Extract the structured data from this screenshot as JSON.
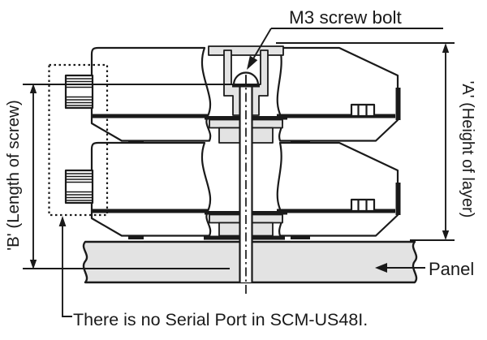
{
  "labels": {
    "m3_screw_bolt": "M3 screw bolt",
    "height_of_layer": "'A' (Height of layer)",
    "length_of_screw": "'B' (Length of screw)",
    "panel": "Panel",
    "note": "There is no Serial Port in SCM-US48I."
  },
  "colors": {
    "line": "#1a1a1a",
    "fill_light": "#e3e3e3",
    "background": "#ffffff"
  }
}
